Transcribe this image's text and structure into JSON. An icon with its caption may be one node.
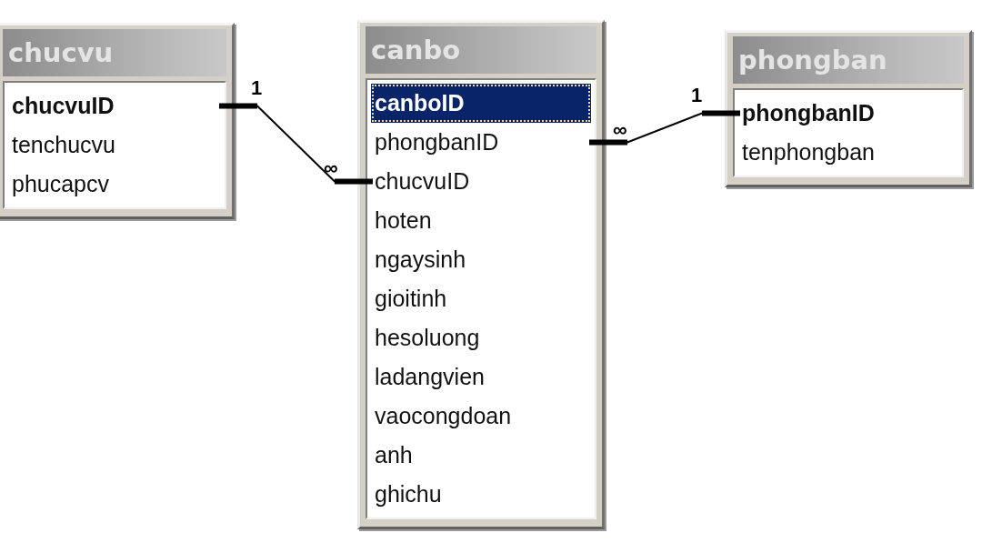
{
  "diagram": {
    "nodes": [
      {
        "text": [
          "chucvu"
        ]
      },
      {
        "text": [
          "chucvuID"
        ],
        "in": 0
      },
      {
        "text": [
          "tenchucvu"
        ],
        "in": 0
      },
      {
        "text": [
          "phucapcv"
        ],
        "in": 0
      },
      {
        "text": [
          "canbo"
        ]
      },
      {
        "text": [
          "canboID"
        ],
        "in": 4
      },
      {
        "text": [
          "phongbanID"
        ],
        "in": 4
      },
      {
        "text": [
          "chucvuID"
        ],
        "in": 4
      },
      {
        "text": [
          "hoten"
        ],
        "in": 4
      },
      {
        "text": [
          "ngaysinh"
        ],
        "in": 4
      },
      {
        "text": [
          "gioitinh"
        ],
        "in": 4
      },
      {
        "text": [
          "hesoluong"
        ],
        "in": 4
      },
      {
        "text": [
          "ladangvien"
        ],
        "in": 4
      },
      {
        "text": [
          "vaocongdoan"
        ],
        "in": 4
      },
      {
        "text": [
          "anh"
        ],
        "in": 4
      },
      {
        "text": [
          "ghichu"
        ],
        "in": 4
      },
      {
        "text": [
          "phongban"
        ]
      },
      {
        "text": [
          "phongbanID"
        ],
        "in": 16
      },
      {
        "text": [
          "tenphongban"
        ],
        "in": 16
      }
    ],
    "edges": [
      {
        "from": 1,
        "to": 7,
        "arrow": "other"
      },
      {
        "from": 17,
        "to": 6,
        "arrow": "other"
      }
    ],
    "labels": [
      "1",
      "∞",
      "∞",
      "1"
    ]
  }
}
